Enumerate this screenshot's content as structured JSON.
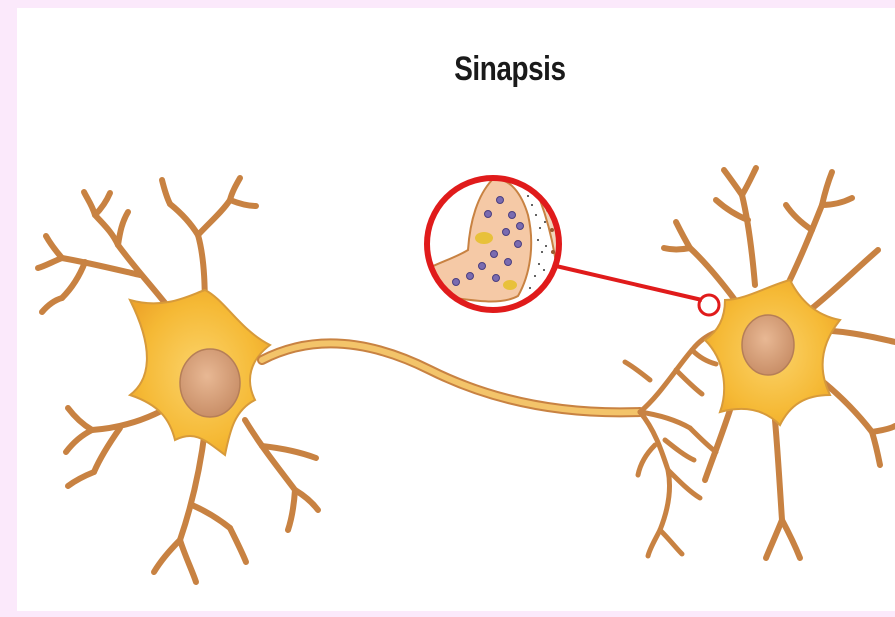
{
  "title": "Sinapsis",
  "colors": {
    "background": "#fbe9fb",
    "canvas": "#ffffff",
    "neuron_fill": "#f6bf3e",
    "neuron_outline": "#b87a3a",
    "nucleus": "#d9a07a",
    "highlight": "#e01b1b",
    "vesicle": "#7a6bb0"
  },
  "icons": [
    "presynaptic-neuron",
    "postsynaptic-neuron",
    "axon",
    "synapse-zoom-circle"
  ]
}
